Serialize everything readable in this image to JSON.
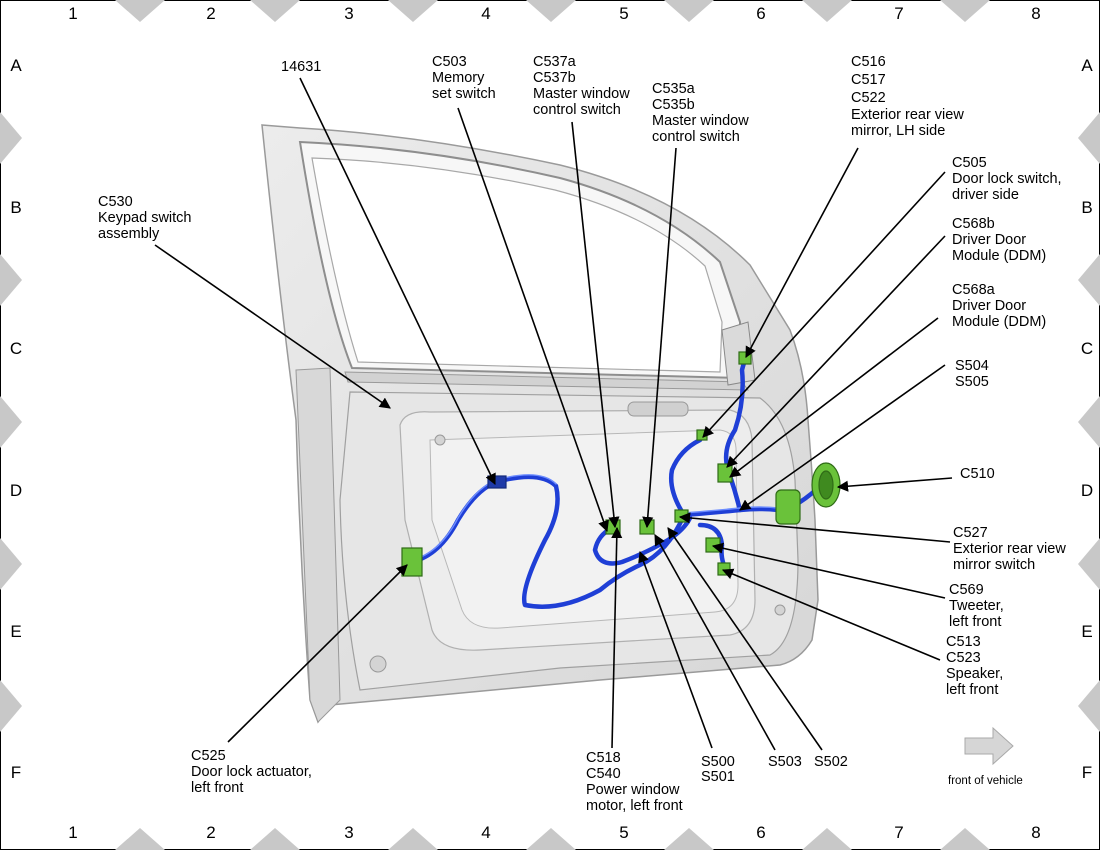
{
  "grid": {
    "columns": [
      "1",
      "2",
      "3",
      "4",
      "5",
      "6",
      "7",
      "8"
    ],
    "rows": [
      "A",
      "B",
      "C",
      "D",
      "E",
      "F"
    ]
  },
  "callouts": {
    "c14631": [
      "14631"
    ],
    "c503": [
      "C503",
      "Memory",
      "set switch"
    ],
    "c537": [
      "C537a",
      "C537b",
      "Master window",
      "control switch"
    ],
    "c535": [
      "C535a",
      "C535b",
      "Master window",
      "control switch"
    ],
    "c516": [
      "C516",
      "C517",
      "C522",
      "Exterior rear view",
      "mirror, LH side"
    ],
    "c505": [
      "C505",
      "Door lock switch,",
      "driver side"
    ],
    "c568b": [
      "C568b",
      "Driver Door",
      "Module (DDM)"
    ],
    "c568a": [
      "C568a",
      "Driver Door",
      "Module (DDM)"
    ],
    "s504": [
      "S504",
      "S505"
    ],
    "c510": [
      "C510"
    ],
    "c527": [
      "C527",
      "Exterior rear view",
      "mirror switch"
    ],
    "c569": [
      "C569",
      "Tweeter,",
      "left front"
    ],
    "c513": [
      "C513",
      "C523",
      "Speaker,",
      "left front"
    ],
    "c530": [
      "C530",
      "Keypad switch",
      "assembly"
    ],
    "c525": [
      "C525",
      "Door lock actuator,",
      "left front"
    ],
    "c518": [
      "C518",
      "C540",
      "Power window",
      "motor, left front"
    ],
    "s500": [
      "S500",
      "S501"
    ],
    "s503": [
      "S503"
    ],
    "s502": [
      "S502"
    ]
  },
  "orientation": {
    "label": "front of vehicle"
  },
  "colors": {
    "harness": "#1f3fd6",
    "connector": "#6ac23a",
    "door_panel": "#e3e3e3",
    "grid_marker": "#c8c8c8"
  }
}
